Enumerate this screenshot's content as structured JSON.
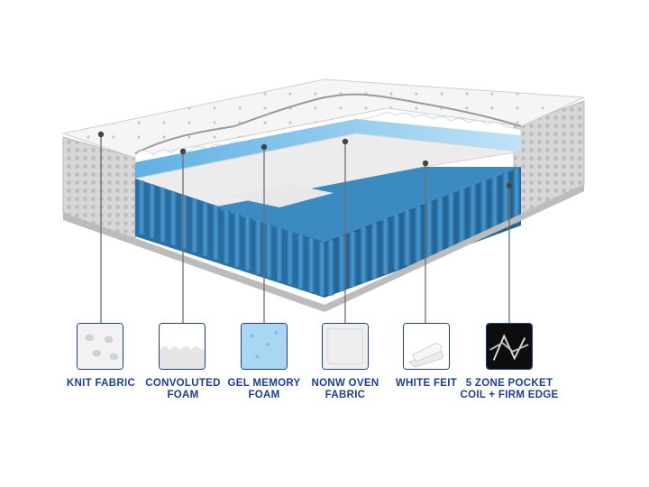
{
  "layers": [
    {
      "key": "knit",
      "line1": "KNIT FABRIC",
      "line2": "",
      "icon": "knit-fabric-icon"
    },
    {
      "key": "convoluted",
      "line1": "CONVOLUTED",
      "line2": "FOAM",
      "icon": "convoluted-foam-icon"
    },
    {
      "key": "gel",
      "line1": "GEL MEMORY",
      "line2": "FOAM",
      "icon": "gel-memory-foam-icon"
    },
    {
      "key": "nonwoven",
      "line1": "NONW OVEN",
      "line2": "FABRIC",
      "icon": "nonwoven-fabric-icon"
    },
    {
      "key": "felt",
      "line1": "WHITE FEIT",
      "line2": "",
      "icon": "white-felt-icon"
    },
    {
      "key": "coil",
      "line1": "5 ZONE POCKET",
      "line2": "COIL + FIRM EDGE",
      "icon": "pocket-coil-icon"
    }
  ],
  "colors": {
    "label": "#1d3e8f",
    "coil": "#2f7bb5",
    "gel": "#8ec9ec",
    "quilt": "#f4f4f4",
    "border": "#d6d6d6"
  }
}
